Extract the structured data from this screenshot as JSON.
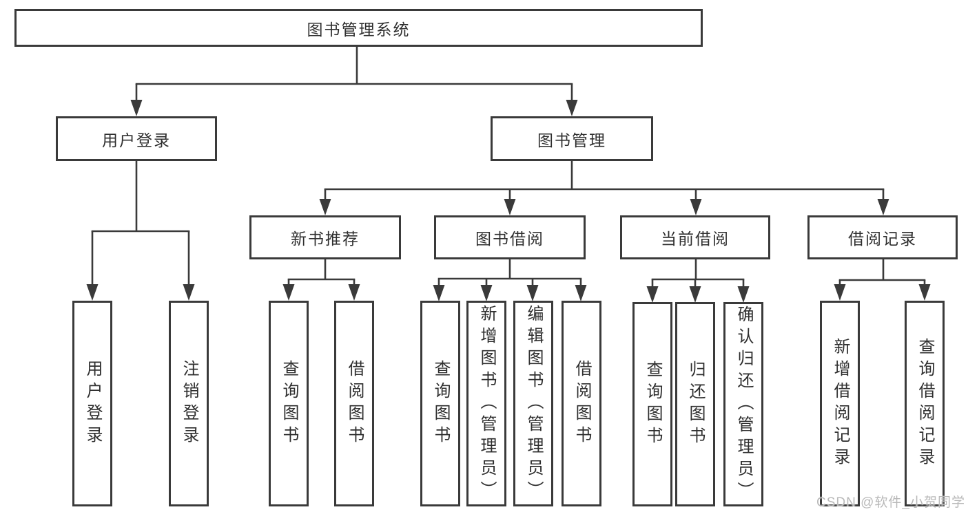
{
  "colors": {
    "line": "#3a3a3a",
    "border": "#3a3a3a",
    "text": "#2f2f2f",
    "background": "#ffffff",
    "watermark": "#b9b9b9"
  },
  "tree": {
    "label": "图书管理系统",
    "children": [
      {
        "label": "用户登录",
        "children": [
          {
            "label": "用户登录"
          },
          {
            "label": "注销登录"
          }
        ]
      },
      {
        "label": "图书管理",
        "children": [
          {
            "label": "新书推荐",
            "children": [
              {
                "label": "查询图书"
              },
              {
                "label": "借阅图书"
              }
            ]
          },
          {
            "label": "图书借阅",
            "children": [
              {
                "label": "查询图书"
              },
              {
                "label": "新增图书（管理员）"
              },
              {
                "label": "编辑图书（管理员）"
              },
              {
                "label": "借阅图书"
              }
            ]
          },
          {
            "label": "当前借阅",
            "children": [
              {
                "label": "查询图书"
              },
              {
                "label": "归还图书"
              },
              {
                "label": "确认归还（管理员）"
              }
            ]
          },
          {
            "label": "借阅记录",
            "children": [
              {
                "label": "新增借阅记录"
              },
              {
                "label": "查询借阅记录"
              }
            ]
          }
        ]
      }
    ]
  },
  "watermark": {
    "text": "CSDN @软件_小贺同学"
  }
}
